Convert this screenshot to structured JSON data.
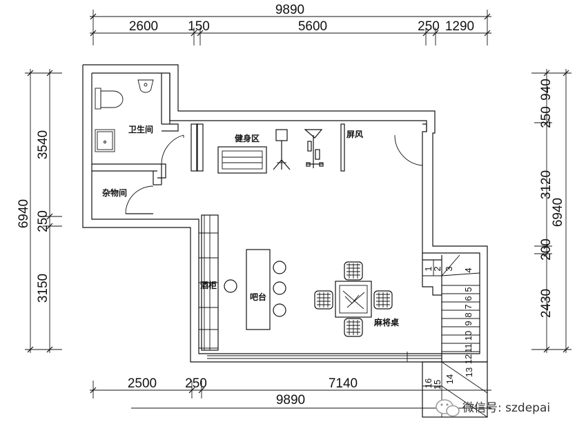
{
  "dimensions": {
    "top_total": "9890",
    "top_segments": [
      "2600",
      "150",
      "5600",
      "250",
      "1290"
    ],
    "bottom_segments": [
      "2500",
      "250",
      "7140"
    ],
    "bottom_total": "9890",
    "left_total": "6940",
    "left_segments": [
      "3540",
      "250",
      "3150"
    ],
    "right_total": "6940",
    "right_segments": [
      "250",
      "940",
      "3120",
      "200",
      "2430"
    ]
  },
  "rooms": {
    "bathroom": "卫生间",
    "storage": "杂物间",
    "gym": "健身区",
    "screen": "屏风",
    "wine": "酒柜",
    "bar": "吧台",
    "mahjong": "麻将桌"
  },
  "stairs": [
    "1",
    "2",
    "3",
    "4",
    "5",
    "6",
    "7",
    "8",
    "9",
    "10",
    "11",
    "12",
    "13",
    "14",
    "15",
    "16"
  ],
  "watermark": "微信号: szdepai"
}
